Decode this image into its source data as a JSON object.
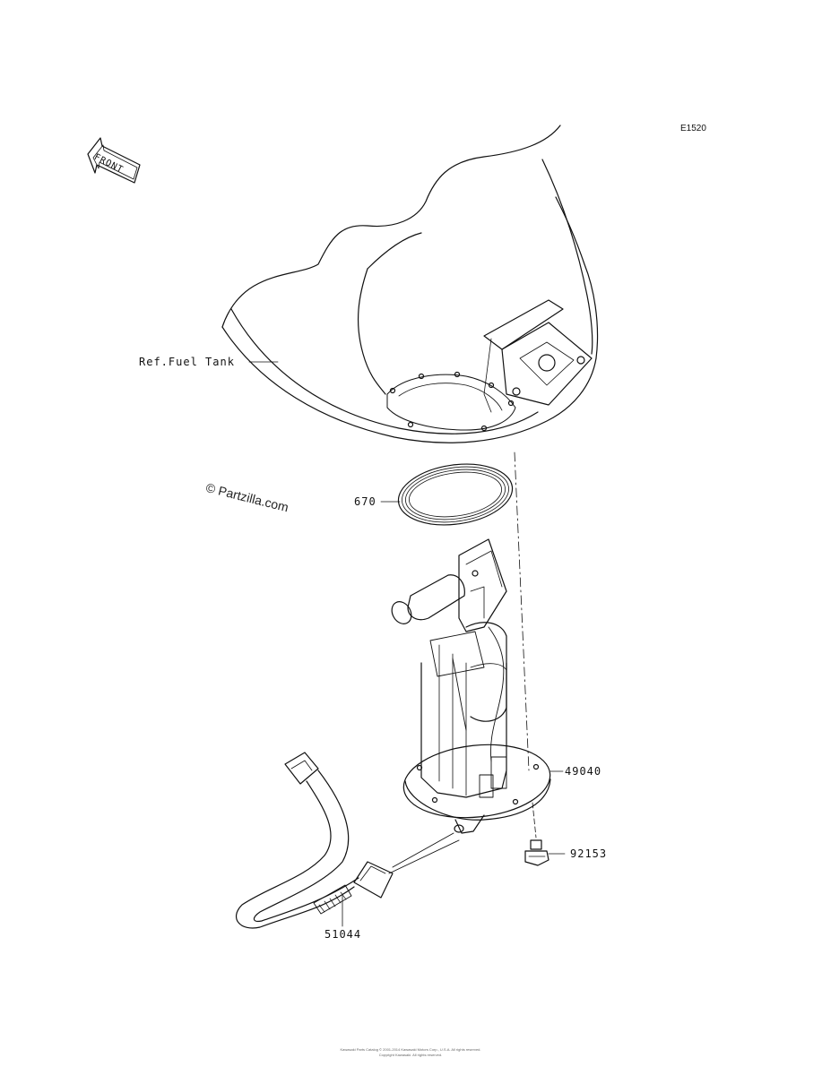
{
  "diagram": {
    "code": "E1520",
    "front_label": "FRONT",
    "watermark": "© Partzilla.com",
    "footer_line1": "Kawasaki Parts Catalog © 2001-2014 Kawasaki Motors Corp., U.S.A. All rights reserved.",
    "footer_line2": "Copyright Kawasaki. All rights reserved."
  },
  "callouts": [
    {
      "id": "ref-fuel-tank",
      "label": "Ref.Fuel Tank"
    },
    {
      "id": "670",
      "label": "670"
    },
    {
      "id": "49040",
      "label": "49040"
    },
    {
      "id": "92153",
      "label": "92153"
    },
    {
      "id": "51044",
      "label": "51044"
    }
  ]
}
